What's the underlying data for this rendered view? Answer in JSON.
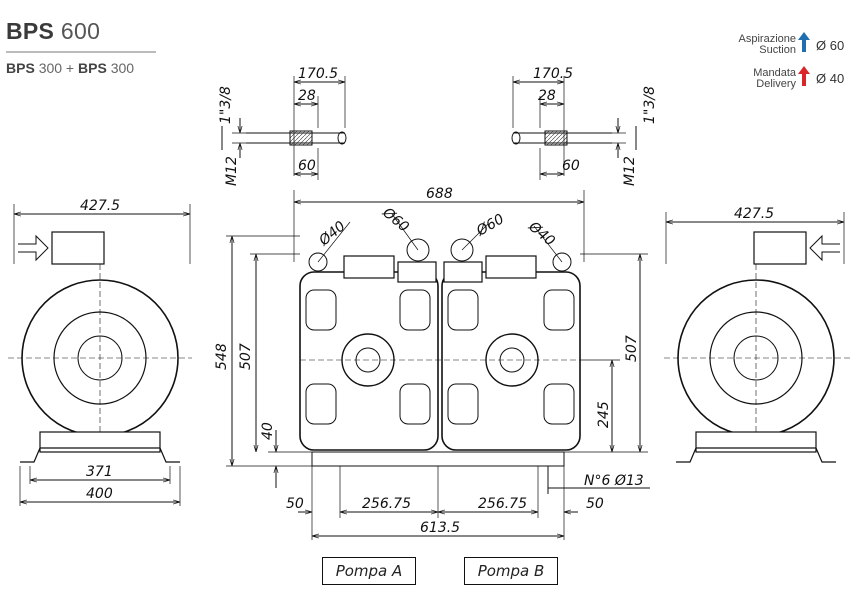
{
  "header": {
    "title_bold": "BPS",
    "title_rest": "600",
    "sub_b1": "BPS",
    "sub_t1": "300 +",
    "sub_b2": "BPS",
    "sub_t2": "300"
  },
  "legend": {
    "suction_it": "Aspirazione",
    "suction_en": "Suction",
    "suction_val": "Ø 60",
    "suction_color": "#1f6fb0",
    "delivery_it": "Mandata",
    "delivery_en": "Delivery",
    "delivery_val": "Ø 40",
    "delivery_color": "#d9262b"
  },
  "dims": {
    "top_left_w": "170.5",
    "top_left_w2": "28",
    "top_left_w3": "60",
    "thread": "1\"3/8",
    "m12": "M12",
    "top_right_w": "170.5",
    "top_right_w2": "28",
    "top_right_w3": "60",
    "overall": "688",
    "d40a": "Ø40",
    "d60a": "Ø60",
    "d60b": "Ø60",
    "d40b": "Ø40",
    "h548": "548",
    "h507a": "507",
    "h507b": "507",
    "h245": "245",
    "h40": "40",
    "side_w": "427.5",
    "side_w2": "427.5",
    "base371": "371",
    "base400": "400",
    "b50a": "50",
    "b256a": "256.75",
    "b256b": "256.75",
    "b50b": "50",
    "bolts": "N°6  Ø13",
    "total": "613.5"
  },
  "labels": {
    "pump_a": "Pompa  A",
    "pump_b": "Pompa  B"
  }
}
